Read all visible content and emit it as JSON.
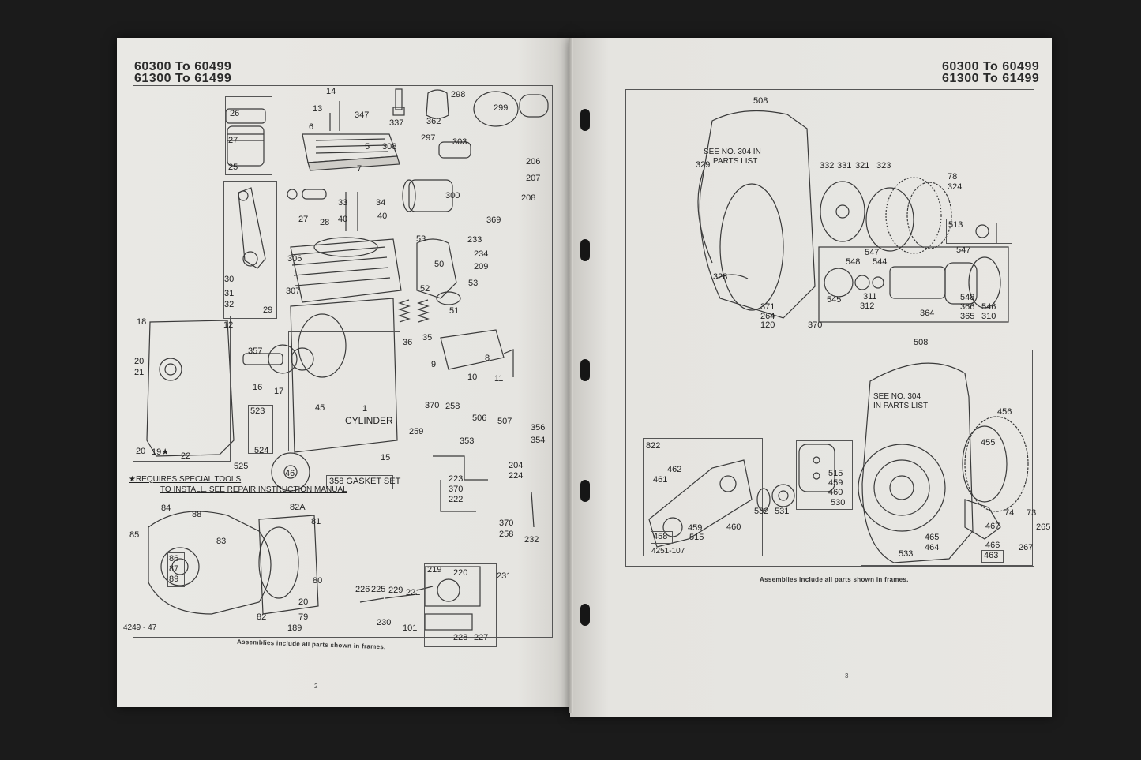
{
  "left_page": {
    "series": [
      "60300 To 60499",
      "61300 To 61499"
    ],
    "callouts": {
      "c14": "14",
      "c13": "13",
      "c6": "6",
      "c347": "347",
      "c337": "337",
      "c362": "362",
      "c298": "298",
      "c299": "299",
      "c26": "26",
      "c27": "27",
      "c25": "25",
      "c5": "5",
      "c308": "308",
      "c7": "7",
      "c297": "297",
      "c303": "303",
      "c206": "206",
      "c207": "207",
      "c208": "208",
      "c300": "300",
      "c33": "33",
      "c34": "34",
      "c40a": "40",
      "c40b": "40",
      "c27b": "27",
      "c28": "28",
      "c369": "369",
      "c53a": "53",
      "c233": "233",
      "c234": "234",
      "c209": "209",
      "c50": "50",
      "c53b": "53",
      "c52": "52",
      "c51": "51",
      "c306": "306",
      "c307": "307",
      "c30": "30",
      "c31": "31",
      "c32": "32",
      "c29": "29",
      "c18": "18",
      "c12": "12",
      "c20a": "20",
      "c21": "21",
      "c357": "357",
      "c16": "16",
      "c17": "17",
      "c36": "36",
      "c35": "35",
      "c9": "9",
      "c8": "8",
      "c10": "10",
      "c11": "11",
      "c523": "523",
      "c45": "45",
      "c1": "1",
      "c370a": "370",
      "c258a": "258",
      "c506": "506",
      "c507": "507",
      "c356": "356",
      "c354": "354",
      "c259": "259",
      "c353": "353",
      "c20b": "20",
      "c19": "19★",
      "c22": "22",
      "c525": "525",
      "c524": "524",
      "c46": "46",
      "c15": "15",
      "c204": "204",
      "c224": "224",
      "c223": "223",
      "c370b": "370",
      "c222": "222",
      "c84": "84",
      "c88": "88",
      "c82a": "82A",
      "c81": "81",
      "c85": "85",
      "c83": "83",
      "c86": "86",
      "c87": "87",
      "c89": "89",
      "c80": "80",
      "c20c": "20",
      "c82": "82",
      "c79": "79",
      "c189": "189",
      "c370c": "370",
      "c258b": "258",
      "c232": "232",
      "c219": "219",
      "c220": "220",
      "c231": "231",
      "c226": "226",
      "c225": "225",
      "c229": "229",
      "c221": "221",
      "c230": "230",
      "c101": "101",
      "c228": "228",
      "c227": "227"
    },
    "cylinder_label": "CYLINDER",
    "gasket_label": "358 GASKET SET",
    "tools_note": [
      "★REQUIRES SPECIAL TOOLS",
      "TO INSTALL. SEE REPAIR INSTRUCTION MANUAL"
    ],
    "drawing_no": "4249 - 47",
    "caption": "Assemblies include all parts shown in frames.",
    "page_number": "2"
  },
  "right_page": {
    "series": [
      "60300 To 60499",
      "61300 To 61499"
    ],
    "callouts": {
      "c508a": "508",
      "c329": "329",
      "c332": "332",
      "c331": "331",
      "c321": "321",
      "c323": "323",
      "c78": "78",
      "c324": "324",
      "c513": "513",
      "c547a": "547",
      "c548a": "548",
      "c544": "544",
      "c547b": "547",
      "c328": "328",
      "c545": "545",
      "c311": "311",
      "c312": "312",
      "c548b": "548",
      "c366": "366",
      "c365": "365",
      "c546": "546",
      "c310": "310",
      "c364": "364",
      "c371": "371",
      "c264": "264",
      "c120": "120",
      "c370": "370",
      "c508b": "508",
      "c456": "456",
      "c455": "455",
      "c822": "822",
      "c462": "462",
      "c461": "461",
      "c515a": "515",
      "c459a": "459",
      "c460a": "460",
      "c530": "530",
      "c532": "532",
      "c531": "531",
      "c459b": "459",
      "c460b": "460",
      "c515b": "515",
      "c458": "458",
      "c74": "74",
      "c73": "73",
      "c265": "265",
      "c467": "467",
      "c465": "465",
      "c466": "466",
      "c464": "464",
      "c463": "463",
      "c267": "267",
      "c533": "533"
    },
    "see_note_top": [
      "SEE NO. 304 IN",
      "PARTS LIST"
    ],
    "see_note_bottom": [
      "SEE NO. 304",
      "IN PARTS LIST"
    ],
    "drawing_no": "4251-107",
    "caption": "Assemblies include all parts shown in frames.",
    "page_number": "3"
  }
}
